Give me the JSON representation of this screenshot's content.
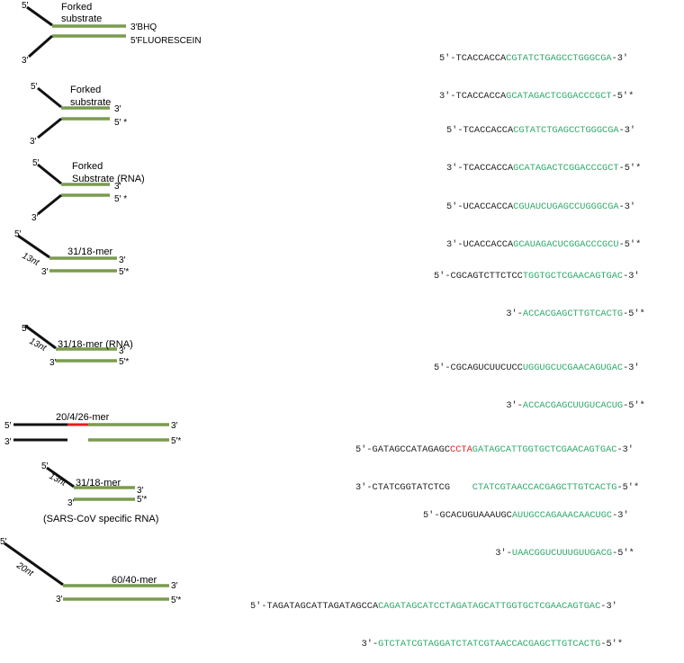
{
  "panels": [
    {
      "label_lines": [
        "Forked",
        "substrate"
      ],
      "top_5": "5′",
      "top_3": "3′BHQ",
      "bottom_5": "5′FLUORESCEIN",
      "bottom_3": "3′",
      "seq_top": [
        "5′-TCACCACCA",
        "CGTATCTGAGCCTGGGCGA",
        "-3′"
      ],
      "seq_bottom": [
        "3′-TCACCACCA",
        "GCATAGACTCGGACCCGCT",
        "-5′*"
      ]
    },
    {
      "label_lines": [
        "Forked",
        "substrate"
      ],
      "top_5": "5′",
      "top_3": "3′",
      "bottom_5": "5′ *",
      "bottom_3": "3′",
      "seq_top": [
        "5′-TCACCACCA",
        "CGTATCTGAGCCTGGGCGA",
        "-3′"
      ],
      "seq_bottom": [
        "3′-TCACCACCA",
        "GCATAGACTCGGACCCGCT",
        "-5′*"
      ]
    },
    {
      "label_lines": [
        "Forked",
        "Substrate (RNA)"
      ],
      "top_5": "5′",
      "top_3": "3′",
      "bottom_5": "5′ *",
      "bottom_3": "3′",
      "seq_top": [
        "5′-UCACCACCA",
        "CGUAUCUGAGCCUGGGCGA",
        "-3′"
      ],
      "seq_bottom": [
        "3′-UCACCACCA",
        "GCAUAGACUCGGACCCGCU",
        "-5′*"
      ]
    },
    {
      "label": "31/18-mer",
      "overhang": "13nt",
      "top_5": "5′",
      "top_3": "3′",
      "bottom_3": "3′",
      "bottom_5": "5′*",
      "seq_top": [
        "5′-CGCAGTCTTCTCC",
        "TGGTGCTCGAACAGTGAC",
        "-3′"
      ],
      "seq_bottom": [
        "3′-",
        "ACCACGAGCTTGTCACTG",
        "-5′*"
      ]
    },
    {
      "label": "31/18-mer (RNA)",
      "overhang": "13nt",
      "top_5": "5′",
      "top_3": "3′",
      "bottom_3": "3′",
      "bottom_5": "5′*",
      "seq_top": [
        "5′-CGCAGUCUUCUCC",
        "UGGUGCUCGAACAGUGAC",
        "-3′"
      ],
      "seq_bottom": [
        "3′-",
        "ACCACGAGCUUGUCACUG",
        "-5′*"
      ]
    },
    {
      "label": "20/4/26-mer",
      "top_5": "5′",
      "top_3": "3′",
      "bottom_3": "3′",
      "bottom_5": "5′*",
      "seq_top": [
        "5′-GATAGCCATAGAGC",
        "CCTA",
        "GATAGCATTGGTGCTCGAACAGTGAC",
        "-3′"
      ],
      "seq_bottom": [
        "3′-CTATCGGTATCTCG",
        "CTATCGTAACCACGAGCTTGTCACTG",
        "-5′*"
      ]
    },
    {
      "label": "31/18-mer",
      "overhang": "13nt",
      "caption": "(SARS-CoV specific RNA)",
      "top_5": "5′",
      "top_3": "3′",
      "bottom_3": "3′",
      "bottom_5": "5′*",
      "seq_top": [
        "5′-GCACUGUAAAUGC",
        "AUUGCCAGAAACAACUGC",
        "-3′"
      ],
      "seq_bottom": [
        "3′-",
        "UAACGGUCUUUGUUGACG",
        "-5′*"
      ]
    },
    {
      "label": "60/40-mer",
      "overhang": "20nt",
      "top_5": "5′",
      "top_3": "3′",
      "bottom_3": "3′",
      "bottom_5": "5′*",
      "seq_top": [
        "5′-TAGATAGCATTAGATAGCCA",
        "CAGATAGCATCCTAGATAGCATTGGTGCTCGAACAGTGAC",
        "-3′"
      ],
      "seq_bottom": [
        "3′-",
        "GTCTATCGTAGGATCTATCGTAACCACGAGCTTGTCACTG",
        "-5′*"
      ]
    }
  ],
  "colors": {
    "strand_green": "#7a9c4e",
    "strand_black": "#111111",
    "seq_green": "#2ea86a",
    "mismatch_red": "#e02020"
  }
}
